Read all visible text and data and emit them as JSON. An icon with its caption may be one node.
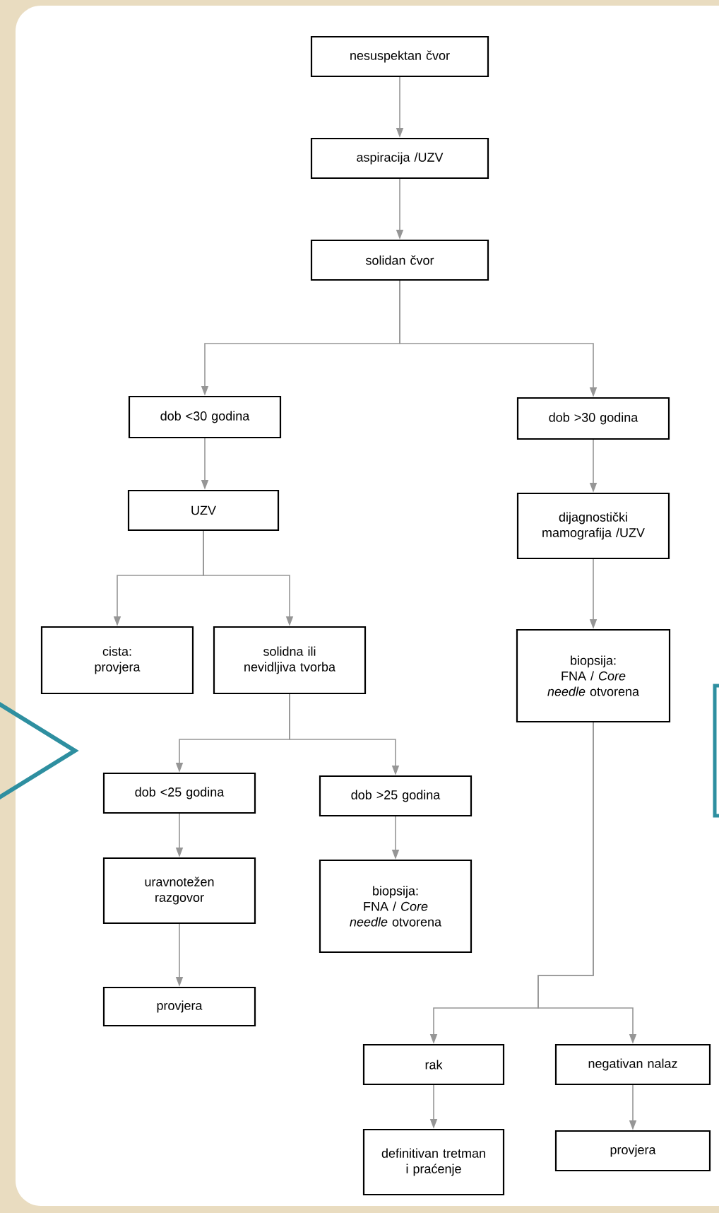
{
  "diagram": {
    "nodes": [
      {
        "text": [
          "nesuspektan čvor"
        ]
      },
      {
        "text": [
          "aspiracija /UZV"
        ]
      },
      {
        "text": [
          "solidan čvor"
        ]
      },
      {
        "text": [
          "dob <30 godina"
        ]
      },
      {
        "text": [
          "dob >30 godina"
        ]
      },
      {
        "text": [
          "UZV"
        ]
      },
      {
        "text": [
          "dijagnostički mamografija /UZV"
        ]
      },
      {
        "text": [
          "cista: provjera"
        ]
      },
      {
        "text": [
          "solidna ili nevidljiva tvorba"
        ]
      },
      {
        "text": [
          "biopsija:",
          "FNA / *Core needle* otvorena"
        ]
      },
      {
        "text": [
          "dob <25 godina"
        ]
      },
      {
        "text": [
          "dob >25 godina"
        ]
      },
      {
        "text": [
          "uravnotežen razgovor"
        ]
      },
      {
        "text": [
          "biopsija:",
          "FNA / *Core needle* otvorena"
        ]
      },
      {
        "text": [
          "provjera"
        ]
      },
      {
        "text": [
          "rak"
        ]
      },
      {
        "text": [
          "negativan nalaz"
        ]
      },
      {
        "text": [
          "definitivan tretman i praćenje"
        ]
      },
      {
        "text": [
          "provjera"
        ]
      }
    ],
    "edges": [
      {
        "from": 0,
        "to": 1,
        "arrow": "to"
      },
      {
        "from": 1,
        "to": 2,
        "arrow": "to"
      },
      {
        "from": 2,
        "to": 3,
        "arrow": "to"
      },
      {
        "from": 2,
        "to": 4,
        "arrow": "to"
      },
      {
        "from": 3,
        "to": 5,
        "arrow": "to"
      },
      {
        "from": 4,
        "to": 6,
        "arrow": "to"
      },
      {
        "from": 5,
        "to": 7,
        "arrow": "to"
      },
      {
        "from": 5,
        "to": 8,
        "arrow": "to"
      },
      {
        "from": 6,
        "to": 9,
        "arrow": "to"
      },
      {
        "from": 8,
        "to": 10,
        "arrow": "to"
      },
      {
        "from": 8,
        "to": 11,
        "arrow": "to"
      },
      {
        "from": 10,
        "to": 12,
        "arrow": "to"
      },
      {
        "from": 11,
        "to": 13,
        "arrow": "to"
      },
      {
        "from": 12,
        "to": 14,
        "arrow": "to"
      },
      {
        "from": 9,
        "to": 15,
        "arrow": "to"
      },
      {
        "from": 9,
        "to": 16,
        "arrow": "to"
      },
      {
        "from": 15,
        "to": 17,
        "arrow": "to"
      },
      {
        "from": 16,
        "to": 18,
        "arrow": "to"
      }
    ]
  }
}
